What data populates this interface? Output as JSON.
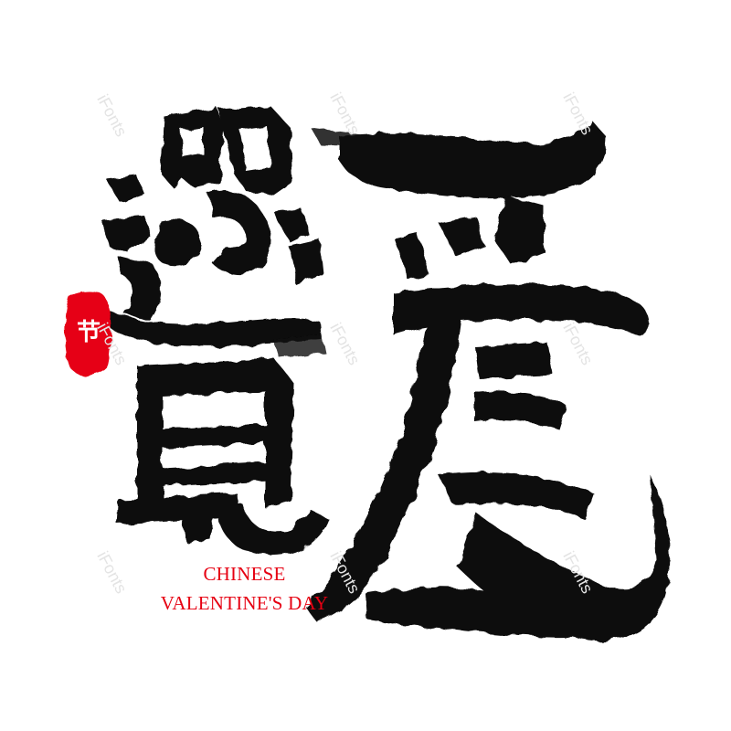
{
  "artwork": {
    "calligraphy": "遇见一爱",
    "seal_text": "节",
    "caption_lines": [
      "CHINESE",
      "VALENTINE'S DAY"
    ],
    "watermark_text": "iFonts"
  },
  "colors": {
    "ink": "#0a0a0a",
    "accent_red": "#e60012",
    "background": "#ffffff",
    "watermark": "#e4e4e4"
  }
}
